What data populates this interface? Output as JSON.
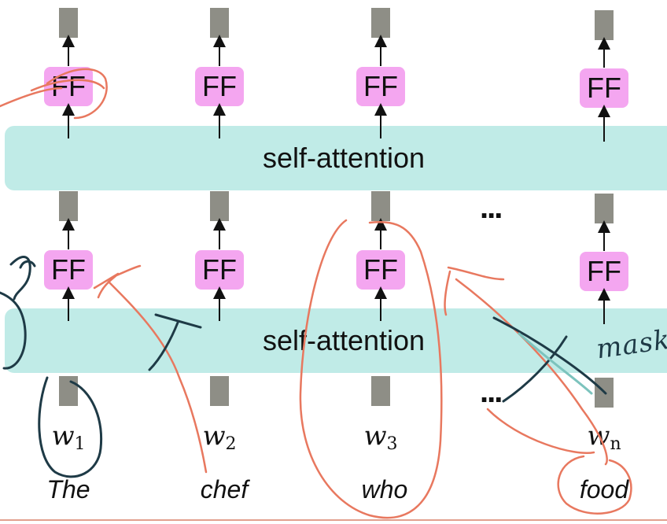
{
  "layers": {
    "top_attention_label": "self-attention",
    "bottom_attention_label": "self-attention",
    "ff_label": "FF",
    "ellipsis": "..."
  },
  "columns": [
    {
      "token": "w",
      "subscript": "1",
      "word": "The"
    },
    {
      "token": "w",
      "subscript": "2",
      "word": "chef"
    },
    {
      "token": "w",
      "subscript": "3",
      "word": "who"
    },
    {
      "token": "w",
      "subscript": "n",
      "word": "food"
    }
  ],
  "annotations": {
    "handwritten_note": "mask",
    "ink_colors": {
      "orange": "#e8785f",
      "dark": "#1e3a46",
      "teal": "#7cc3bd"
    }
  },
  "colors": {
    "attention_band": "#c0ebe7",
    "ff_box": "#f4a6f0",
    "vector_rect": "#8e8e86"
  }
}
